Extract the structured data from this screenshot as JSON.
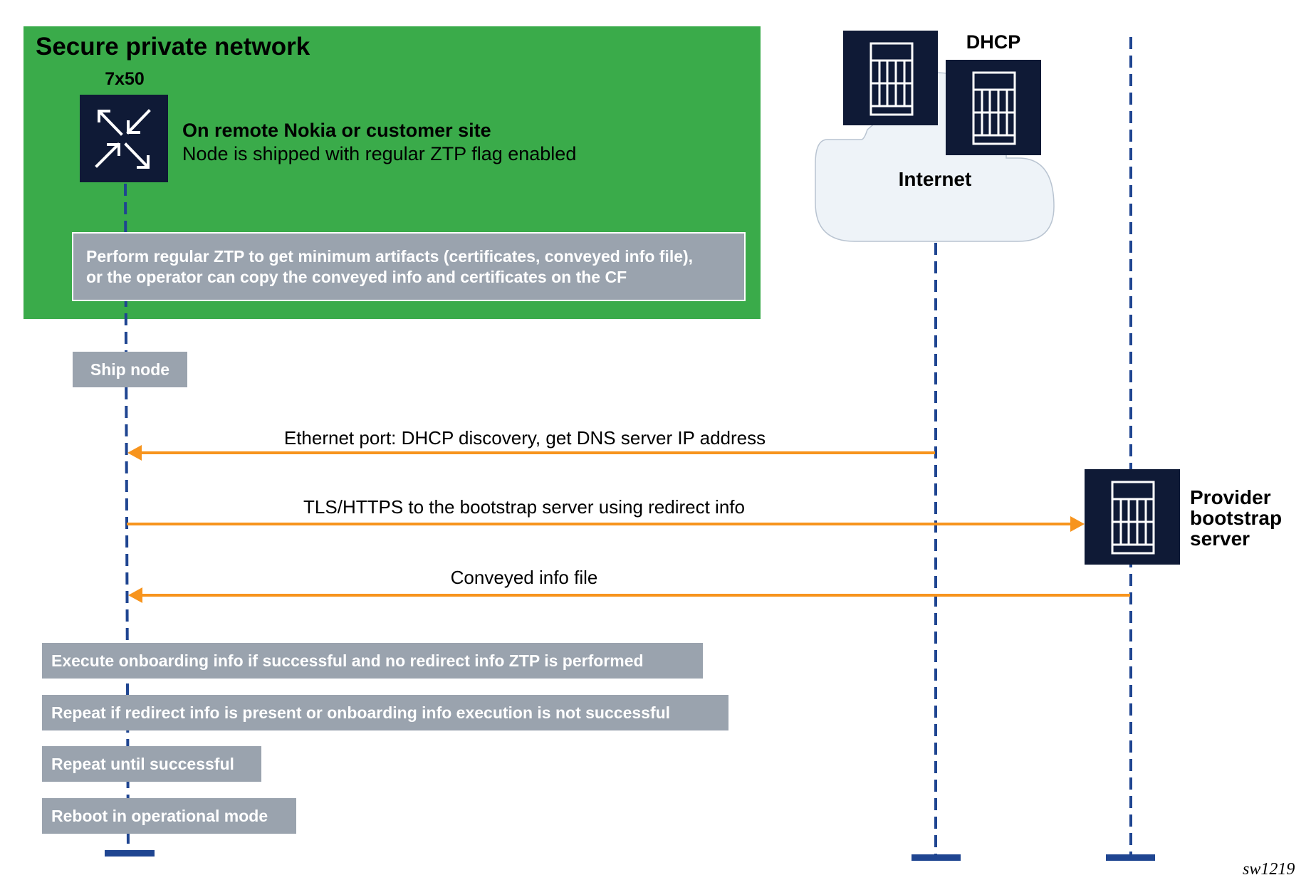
{
  "zone": {
    "title": "Secure private network",
    "color": "#3aab4a"
  },
  "node": {
    "label": "7x50",
    "icon": "router-icon",
    "site_title": "On remote Nokia or customer site",
    "site_subtitle": "Node is shipped with regular ZTP flag enabled"
  },
  "dhcp": {
    "label": "DHCP",
    "icon": "server-icon",
    "cloud_label": "Internet",
    "cloud_icon": "cloud-icon"
  },
  "provider": {
    "label_lines": [
      "Provider",
      "bootstrap",
      "server"
    ],
    "icon": "server-icon"
  },
  "steps": {
    "ztp_lines": [
      "Perform regular ZTP to get minimum artifacts (certificates, conveyed info file),",
      "or the operator can copy the conveyed info and certificates on the CF"
    ],
    "ship": "Ship node",
    "execute": "Execute onboarding info if successful and no redirect info ZTP is performed",
    "repeat_redirect": "Repeat if redirect info is present or onboarding info execution is not successful",
    "repeat_until": "Repeat until successful",
    "reboot": "Reboot in operational mode"
  },
  "messages": [
    {
      "label": "Ethernet port: DHCP discovery, get DNS server IP address",
      "from": "internet",
      "to": "node"
    },
    {
      "label": "TLS/HTTPS to the bootstrap server using redirect info",
      "from": "node",
      "to": "provider"
    },
    {
      "label": "Conveyed info file",
      "from": "provider",
      "to": "node"
    }
  ],
  "colors": {
    "lifeline": "#1f4591",
    "arrow": "#f7941d",
    "step_box": "#9aa3ae",
    "device_box": "#0f1a36",
    "cloud_fill": "#eef3f8"
  },
  "figure_id": "sw1219"
}
